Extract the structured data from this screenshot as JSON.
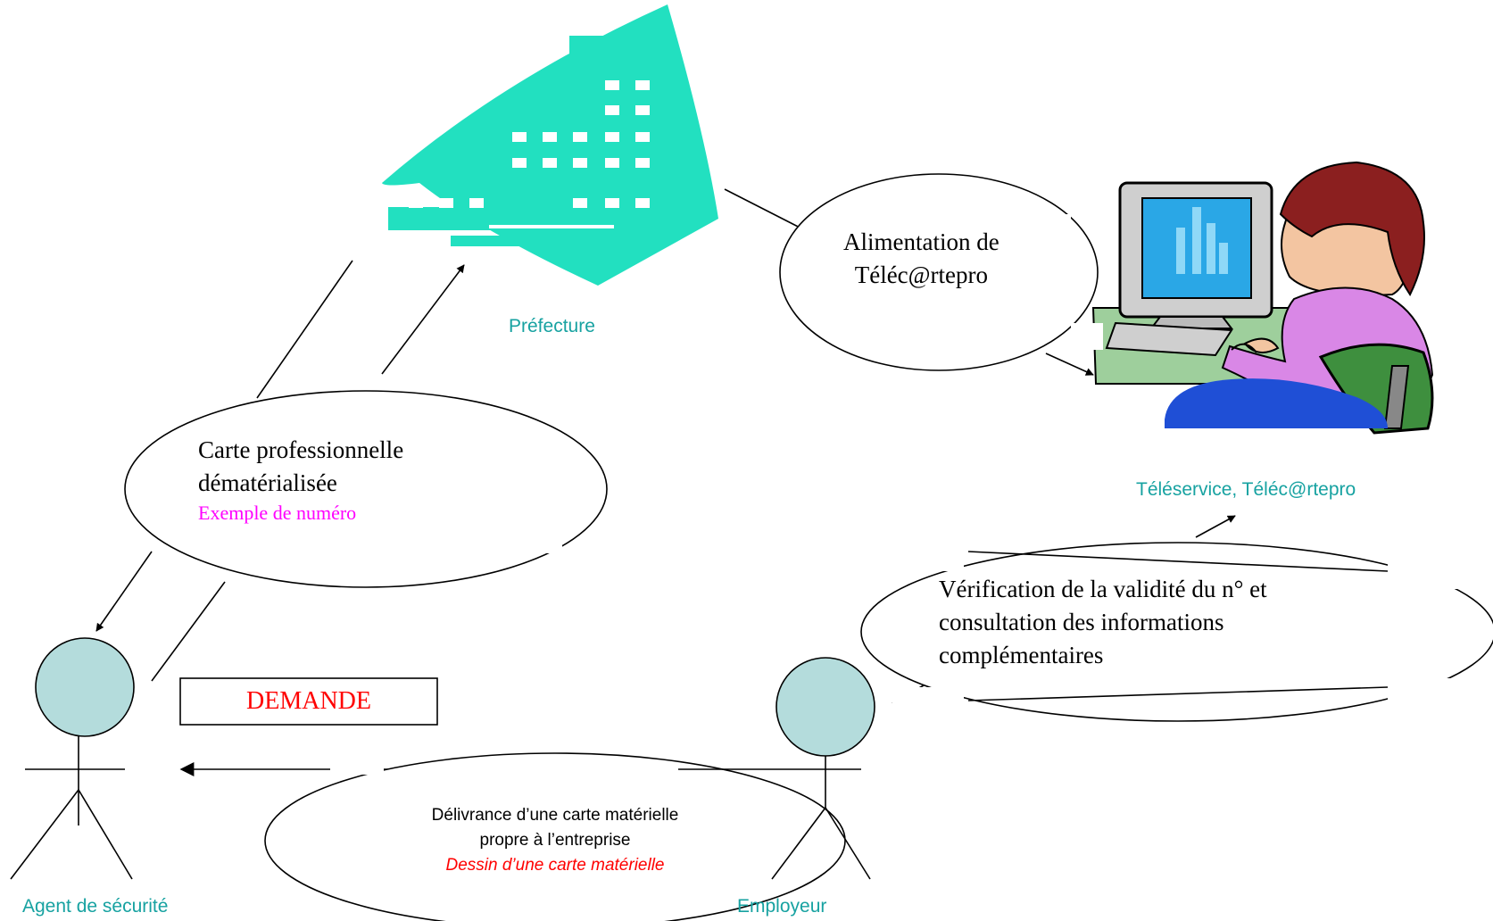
{
  "colors": {
    "building": "#22e0c0",
    "label": "#17a2a1",
    "figure_fill": "#b4dcdc",
    "red": "#ff0000",
    "magenta": "#ff00ff"
  },
  "icons": {
    "prefecture": "building-icon",
    "teleservice": "woman-at-computer-icon"
  },
  "nodes": {
    "prefecture": "Préfecture",
    "teleservice": "Téléservice, Téléc@rtepro",
    "agent": "Agent de sécurité",
    "employer": "Employeur"
  },
  "bubbles": {
    "alimentation": [
      "Alimentation de",
      "Téléc@rtepro"
    ],
    "carte": {
      "line1": "Carte professionnelle",
      "line2": "dématérialisée",
      "example": "Exemple de numéro"
    },
    "verification": [
      "Vérification de la validité du n° et",
      "consultation des informations",
      "complémentaires"
    ],
    "delivrance": {
      "line1": "Délivrance d’une carte matérielle",
      "line2": "propre à l’entreprise",
      "drawing": "Dessin d’une carte matérielle"
    }
  },
  "demande": "DEMANDE"
}
